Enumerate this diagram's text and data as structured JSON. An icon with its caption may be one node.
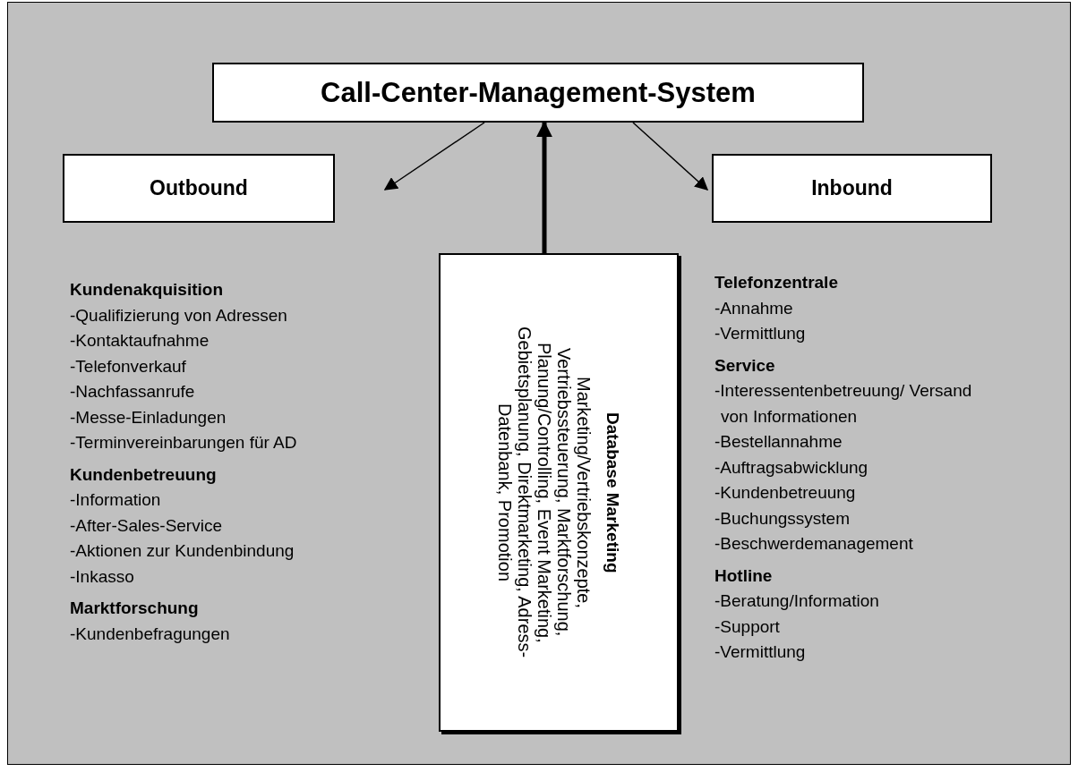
{
  "diagram": {
    "nodes": [
      {
        "text": [
          "Call-Center-Management-System"
        ]
      },
      {
        "text": [
          "Outbound"
        ]
      },
      {
        "text": [
          "Inbound"
        ]
      },
      {
        "text": [
          "Database Marketing",
          "Marketing/Vertriebskonzepte, Vertriebssteuerung, Marktforschung, Planung/Controlling, Event Marketing, Gebietsplanung, Direktmarketing, Adress-Datenbank, Promotion"
        ]
      }
    ],
    "edges": [
      {
        "from": 0,
        "to": 1,
        "arrow": "to"
      },
      {
        "from": 0,
        "to": 2,
        "arrow": "to"
      },
      {
        "from": 3,
        "to": 0,
        "arrow": "to",
        "style": "thick"
      }
    ],
    "labels": [
      "Kundenakquisition",
      "-Qualifizierung von Adressen",
      "-Kontaktaufnahme",
      "-Telefonverkauf",
      "-Nachfassanrufe",
      "-Messe-Einladungen",
      "-Terminvereinbarungen für AD",
      "Kundenbetreuung",
      "-Information",
      "-After-Sales-Service",
      "-Aktionen zur Kundenbindung",
      "-Inkasso",
      "Marktforschung",
      "-Kundenbefragungen",
      "Telefonzentrale",
      "-Annahme",
      "-Vermittlung",
      "Service",
      "-Interessentenbetreuung/ Versand von Informationen",
      "-Bestellannahme",
      "-Auftragsabwicklung",
      "-Kundenbetreuung",
      "-Buchungssystem",
      "-Beschwerdemanagement",
      "Hotline",
      "-Beratung/Information",
      "-Support",
      "-Vermittlung"
    ]
  }
}
